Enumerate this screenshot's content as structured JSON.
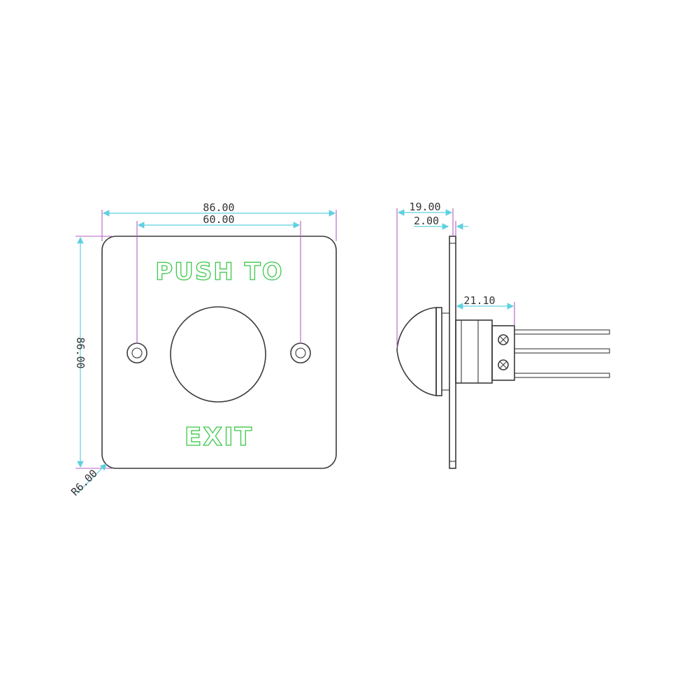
{
  "front_view": {
    "plate_text_top": "PUSH TO",
    "plate_text_bottom": "EXIT",
    "dim_overall_width": "86.00",
    "dim_hole_spacing": "60.00",
    "dim_overall_height": "86.00",
    "dim_corner_radius": "R6.00"
  },
  "side_view": {
    "dim_overall_depth": "19.00",
    "dim_plate_thickness": "2.00",
    "dim_body_depth": "21.10"
  },
  "colors": {
    "dimension_line": "#60d0e0",
    "extension_line": "#b060c0",
    "legend_outline": "#3cc84a",
    "outline": "#3a3a3a"
  }
}
